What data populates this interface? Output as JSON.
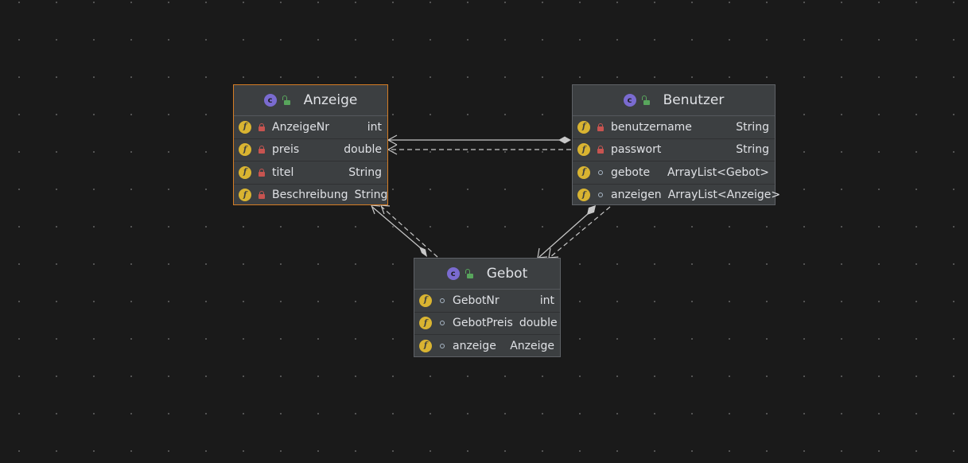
{
  "colors": {
    "background": "#1a1a1a",
    "node_background": "#3c3f41",
    "selected_border": "#d57d25",
    "edge": "#c8c8c8",
    "class_icon": "#7a6bd0",
    "field_icon": "#d9b431",
    "private_lock": "#c75450",
    "public_lock": "#58a55c"
  },
  "nodes": {
    "anzeige": {
      "title": "Anzeige",
      "selected": true,
      "fields": [
        {
          "name": "AnzeigeNr",
          "type": "int",
          "visibility": "private"
        },
        {
          "name": "preis",
          "type": "double",
          "visibility": "private"
        },
        {
          "name": "titel",
          "type": "String",
          "visibility": "private"
        },
        {
          "name": "Beschreibung",
          "type": "String",
          "visibility": "private"
        }
      ]
    },
    "benutzer": {
      "title": "Benutzer",
      "selected": false,
      "fields": [
        {
          "name": "benutzername",
          "type": "String",
          "visibility": "private"
        },
        {
          "name": "passwort",
          "type": "String",
          "visibility": "private"
        },
        {
          "name": "gebote",
          "type": "ArrayList<Gebot>",
          "visibility": "package"
        },
        {
          "name": "anzeigen",
          "type": "ArrayList<Anzeige>",
          "visibility": "package"
        }
      ]
    },
    "gebot": {
      "title": "Gebot",
      "selected": false,
      "fields": [
        {
          "name": "GebotNr",
          "type": "int",
          "visibility": "package"
        },
        {
          "name": "GebotPreis",
          "type": "double",
          "visibility": "package"
        },
        {
          "name": "anzeige",
          "type": "Anzeige",
          "visibility": "package"
        }
      ]
    }
  },
  "edges": [
    {
      "from": "benutzer",
      "to": "anzeige",
      "kind": "aggregation"
    },
    {
      "from": "benutzer",
      "to": "anzeige",
      "kind": "dependency"
    },
    {
      "from": "gebot",
      "to": "anzeige",
      "kind": "aggregation"
    },
    {
      "from": "gebot",
      "to": "anzeige",
      "kind": "dependency"
    },
    {
      "from": "benutzer",
      "to": "gebot",
      "kind": "aggregation"
    },
    {
      "from": "benutzer",
      "to": "gebot",
      "kind": "dependency"
    }
  ]
}
